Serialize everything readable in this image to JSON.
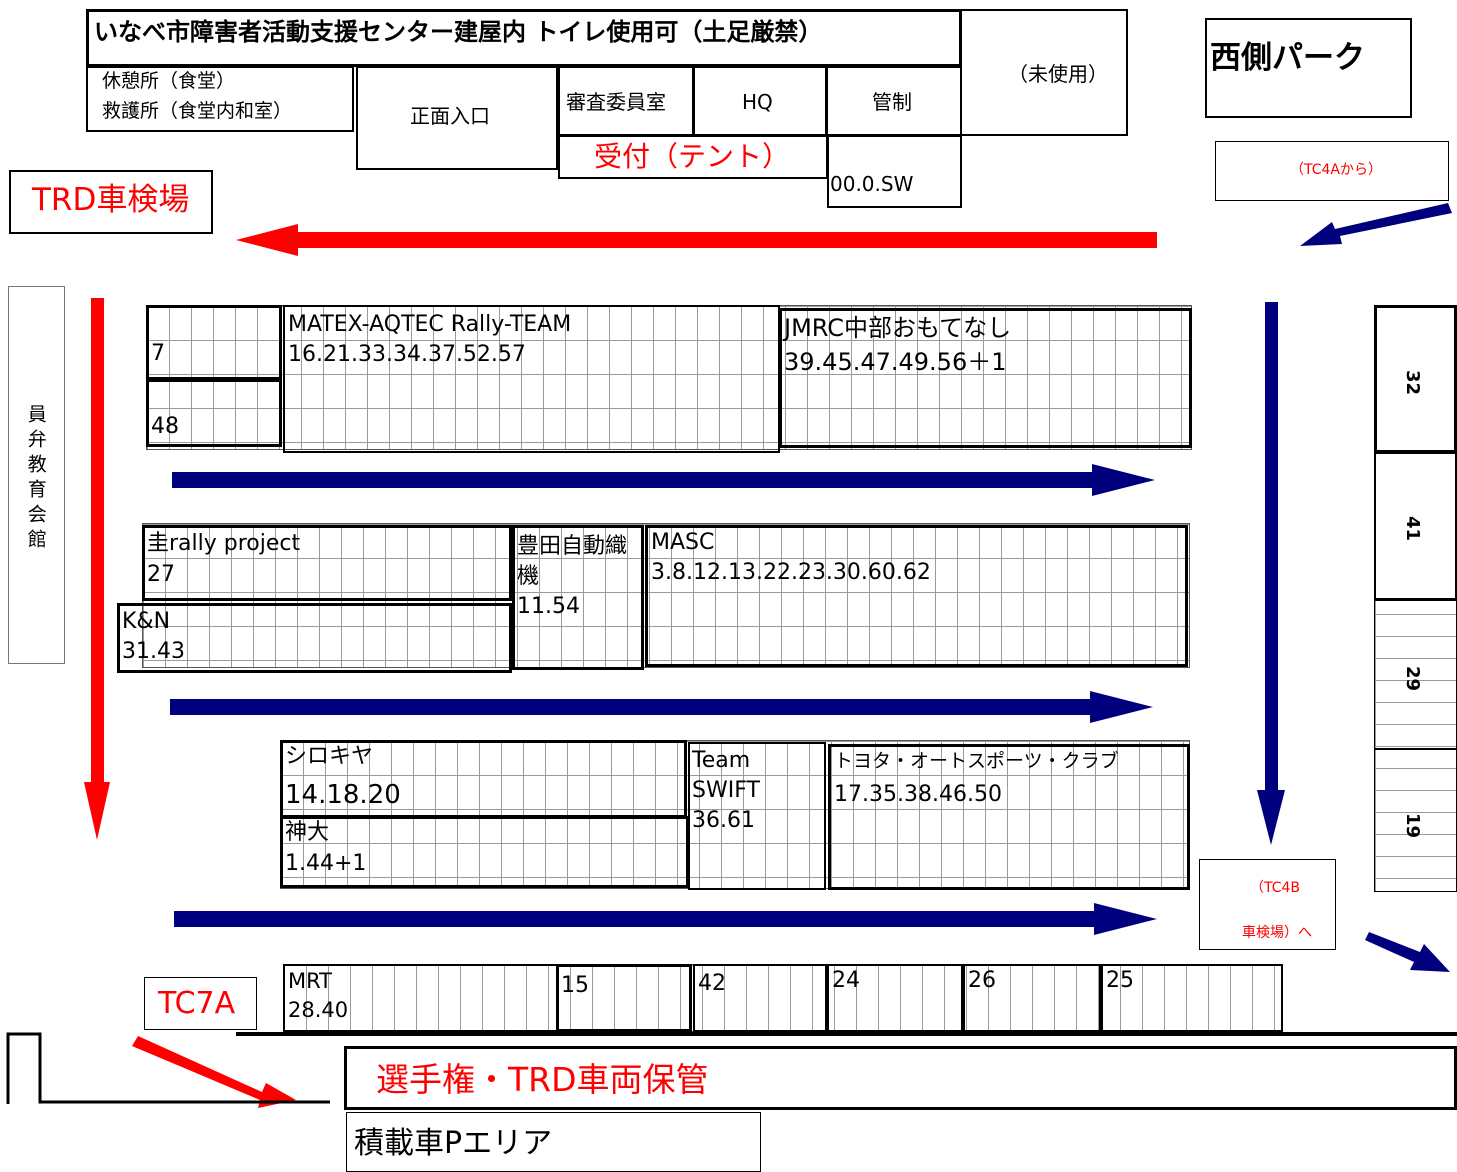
{
  "header": {
    "building": "いなべ市障害者活動支援センター建屋内 トイレ使用可（土足厳禁）",
    "rest_line1": "休憩所（食堂）",
    "rest_line2": "救護所（食堂内和室）",
    "entrance": "正面入口",
    "judges": "審査委員室",
    "hq": "HQ",
    "control": "管制",
    "unused": "（未使用）",
    "reception": "受付（テント）",
    "sw": "00.0.SW",
    "west_park": "西側パーク",
    "from_tc4a": "（TC4Aから）"
  },
  "labels": {
    "trd_inspection": "TRD車検場",
    "side_building": "員弁教育会館",
    "tc4b_line1": "（TC4B",
    "tc4b_line2": "車検場）へ",
    "tc7a": "TC7A",
    "parc_ferme": "選手権・TRD車両保管",
    "loader_area": "積載車Pエリア"
  },
  "teams": {
    "t7": "7",
    "t48": "48",
    "matex_name": "MATEX-AQTEC Rally-TEAM",
    "matex_nums": "16.21.33.34.37.52.57",
    "jmrc_name": "JMRC中部おもてなし",
    "jmrc_nums": "39.45.47.49.56＋1",
    "kei_name": "圭rally project",
    "kei_nums": "27",
    "kn_name": "K&N",
    "kn_nums": "31.43",
    "toyoda_name1": "豊田自動織",
    "toyoda_name2": "機",
    "toyoda_nums": "11.54",
    "masc_name": "MASC",
    "masc_nums": "3.8.12.13.22.23.30.60.62",
    "shiro_name": "シロキヤ",
    "shiro_nums": "14.18.20",
    "shindai_name": "神大",
    "shindai_nums": "1.44+1",
    "swift_name1": "Team",
    "swift_name2": "SWIFT",
    "swift_nums": "36.61",
    "toyota_name": "トヨタ・オートスポーツ・クラブ",
    "toyota_nums": "17.35.38.46.50",
    "mrt_name": "MRT",
    "mrt_nums": "28.40",
    "b15": "15",
    "b42": "42",
    "b24": "24",
    "b26": "26",
    "b25": "25",
    "r32": "32",
    "r41": "41",
    "r29": "29",
    "r19": "19"
  },
  "colors": {
    "red_arrow": "#ff0000",
    "blue_arrow": "#00007f",
    "red_text": "#ff0000"
  }
}
